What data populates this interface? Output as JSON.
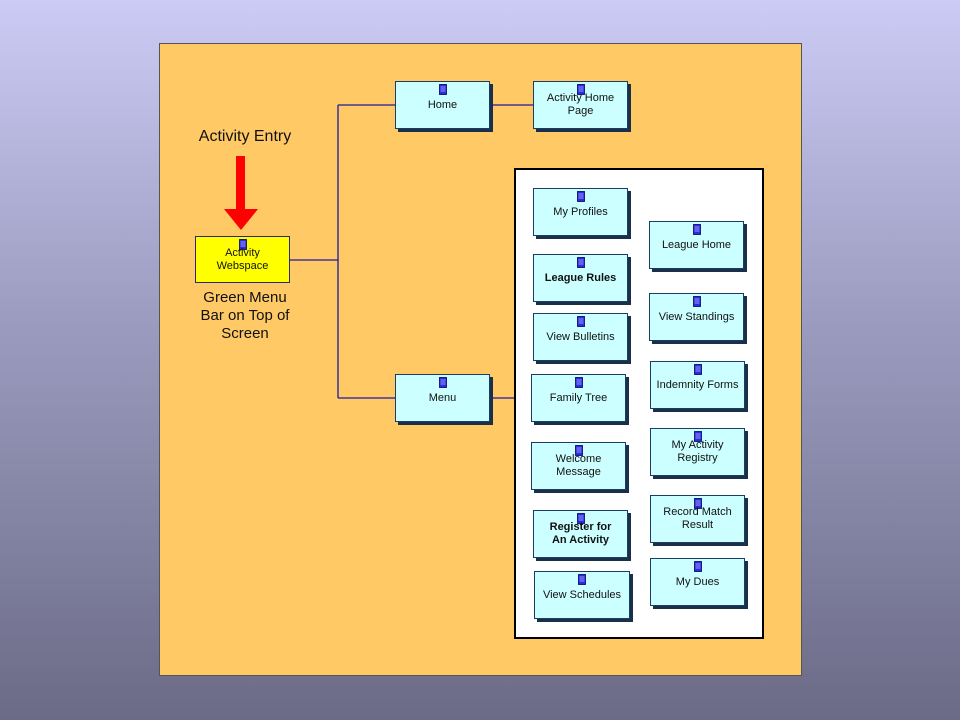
{
  "annotations": {
    "entry_label": "Activity Entry",
    "menu_note": "Green Menu Bar on Top of Screen"
  },
  "nodes": {
    "activity_webspace": "Activity Webspace",
    "home": "Home",
    "activity_home_page": "Activity Home Page",
    "menu": "Menu",
    "my_profiles": "My Profiles",
    "league_rules": "League Rules",
    "view_bulletins": "View Bulletins",
    "family_tree": "Family Tree",
    "welcome_message": "Welcome Message",
    "register_activity": "Register for An Activity",
    "view_schedules": "View Schedules",
    "league_home": "League Home",
    "view_standings": "View Standings",
    "indemnity_forms": "Indemnity Forms",
    "my_activity_registry": "My Activity Registry",
    "record_match_result": "Record Match Result",
    "my_dues": "My Dues"
  },
  "colors": {
    "background_top": "#cccbf5",
    "background_bottom": "#6b6b87",
    "panel": "#ffc966",
    "node_fill": "#ccffff",
    "entry_node_fill": "#ffff00",
    "connector": "#1a1aa0",
    "arrow": "#ff0000",
    "menu_panel": "#ffffff"
  },
  "icons": {
    "node_icon": "document-icon",
    "entry_arrow": "down-arrow-icon"
  }
}
